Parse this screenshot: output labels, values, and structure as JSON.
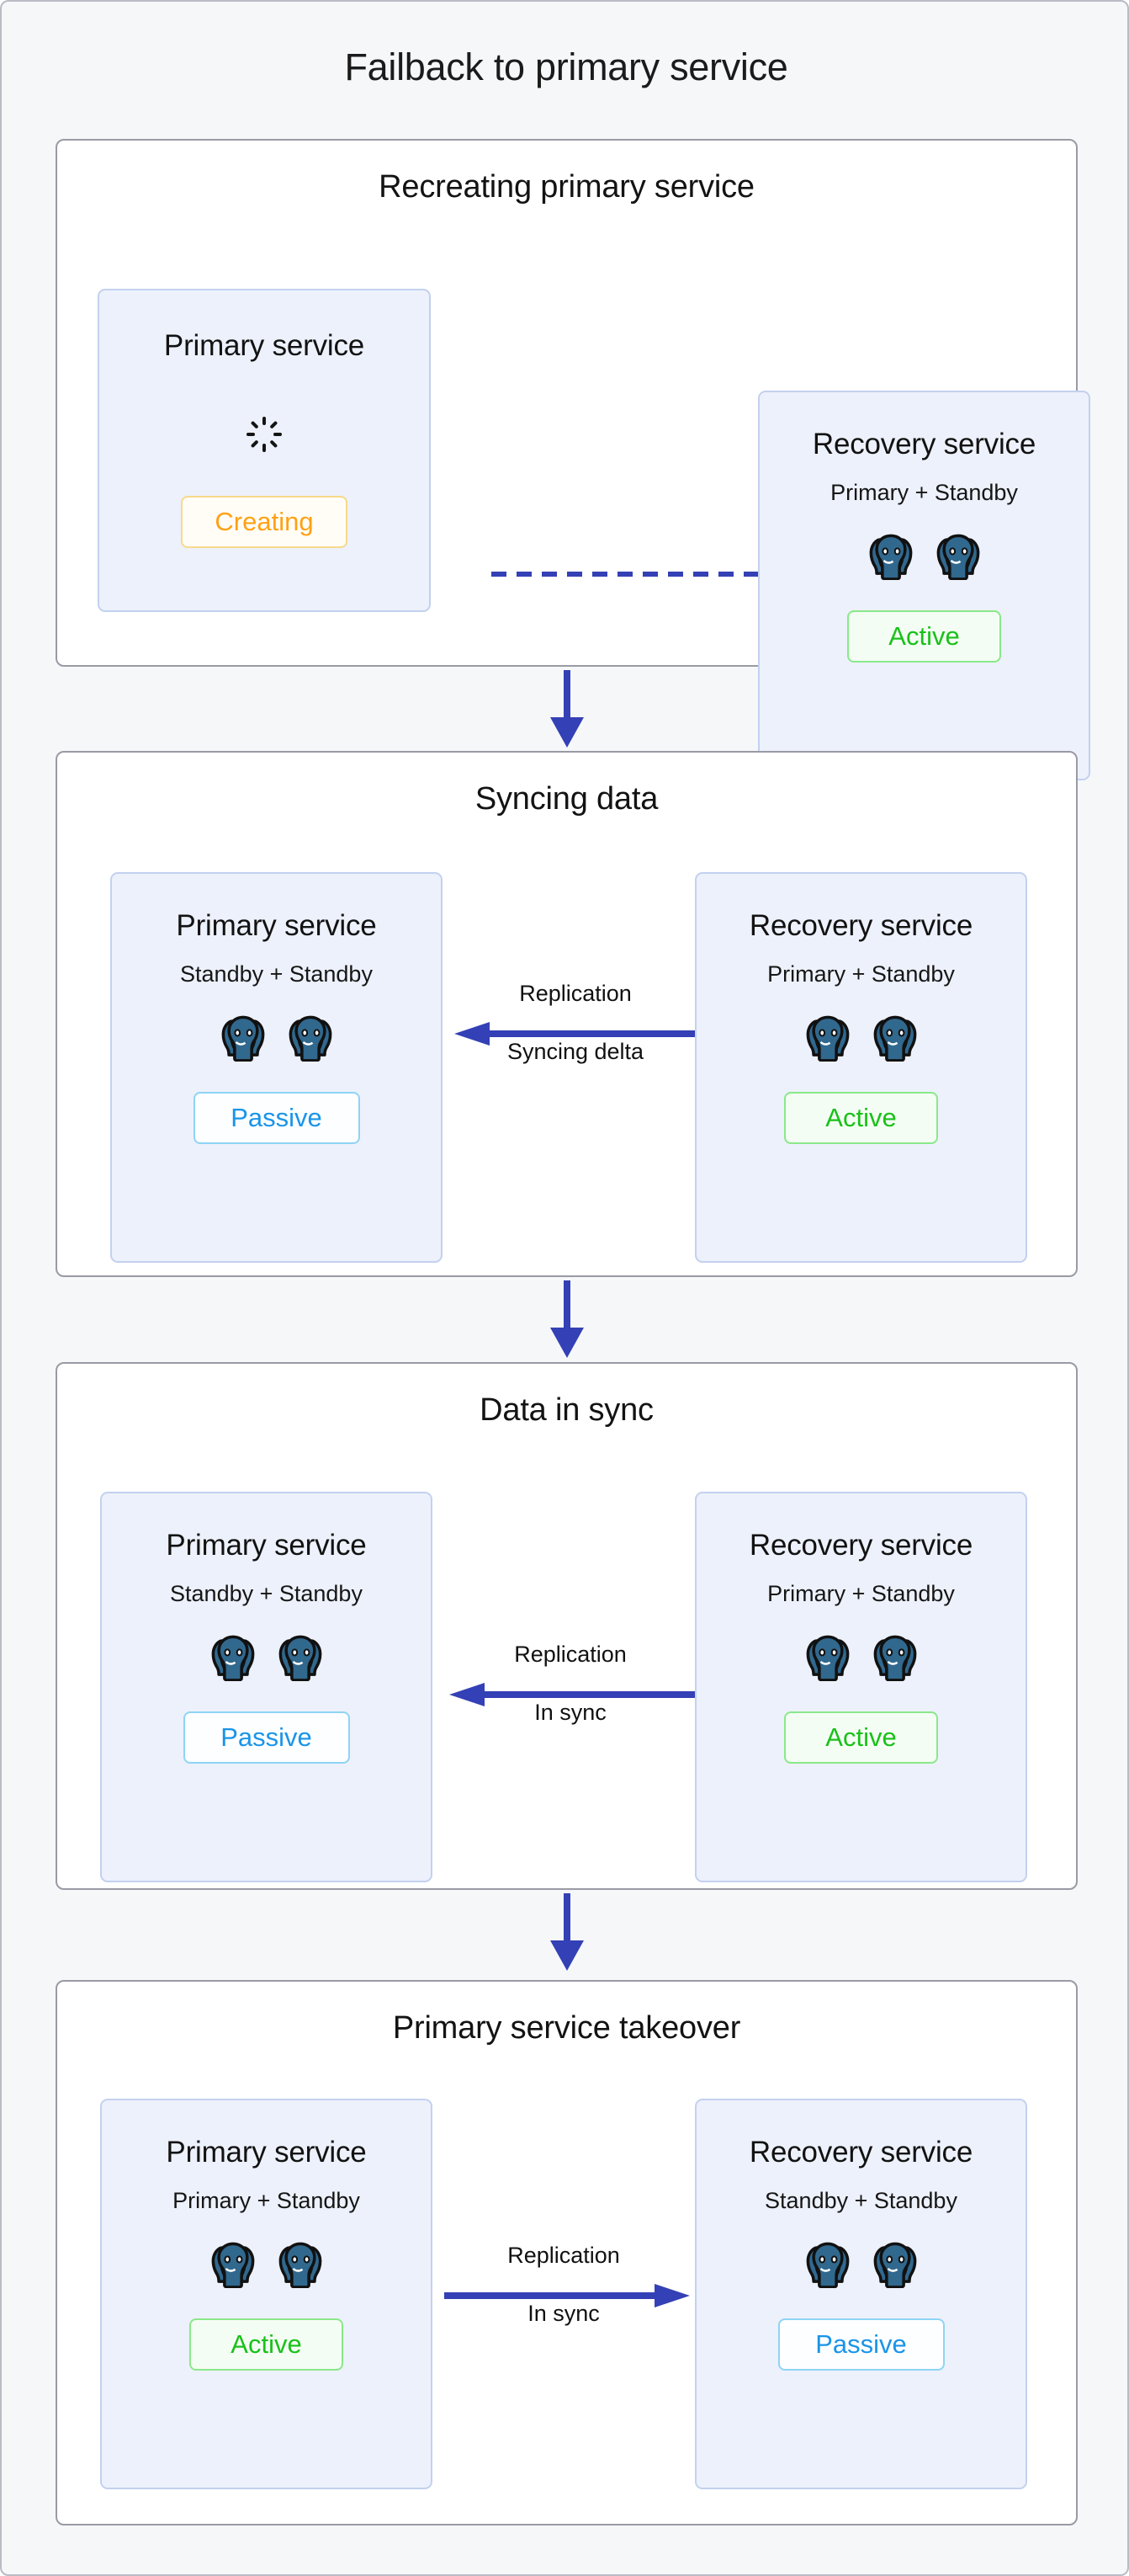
{
  "diagram": {
    "title": "Failback to primary service",
    "accent_blue": "#3440b5",
    "panel_border": "#9a9aa5",
    "card_bg": "#edf1fb",
    "card_border": "#c3d1ef",
    "status_colors": {
      "active": "#19c119",
      "passive": "#1a94e8",
      "creating": "#ffa114"
    }
  },
  "stages": [
    {
      "title": "Recreating primary service",
      "left": {
        "name": "Primary service",
        "subtitle": "",
        "nodes": 0,
        "icon": "loading-spinner-icon",
        "status": "Creating",
        "status_kind": "creating"
      },
      "right": {
        "name": "Recovery service",
        "subtitle": "Primary + Standby",
        "nodes": 2,
        "icon": "postgresql-elephant-icon",
        "status": "Active",
        "status_kind": "active"
      },
      "connector": {
        "kind": "dashed",
        "direction": "none",
        "label_top": "",
        "label_bottom": ""
      }
    },
    {
      "title": "Syncing data",
      "left": {
        "name": "Primary service",
        "subtitle": "Standby + Standby",
        "nodes": 2,
        "icon": "postgresql-elephant-icon",
        "status": "Passive",
        "status_kind": "passive"
      },
      "right": {
        "name": "Recovery service",
        "subtitle": "Primary + Standby",
        "nodes": 2,
        "icon": "postgresql-elephant-icon",
        "status": "Active",
        "status_kind": "active"
      },
      "connector": {
        "kind": "solid",
        "direction": "left",
        "label_top": "Replication",
        "label_bottom": "Syncing delta"
      }
    },
    {
      "title": "Data in sync",
      "left": {
        "name": "Primary service",
        "subtitle": "Standby + Standby",
        "nodes": 2,
        "icon": "postgresql-elephant-icon",
        "status": "Passive",
        "status_kind": "passive"
      },
      "right": {
        "name": "Recovery service",
        "subtitle": "Primary + Standby",
        "nodes": 2,
        "icon": "postgresql-elephant-icon",
        "status": "Active",
        "status_kind": "active"
      },
      "connector": {
        "kind": "solid",
        "direction": "left",
        "label_top": "Replication",
        "label_bottom": "In sync"
      }
    },
    {
      "title": "Primary service takeover",
      "left": {
        "name": "Primary service",
        "subtitle": "Primary + Standby",
        "nodes": 2,
        "icon": "postgresql-elephant-icon",
        "status": "Active",
        "status_kind": "active"
      },
      "right": {
        "name": "Recovery service",
        "subtitle": "Standby + Standby",
        "nodes": 2,
        "icon": "postgresql-elephant-icon",
        "status": "Passive",
        "status_kind": "passive"
      },
      "connector": {
        "kind": "solid",
        "direction": "right",
        "label_top": "Replication",
        "label_bottom": "In sync"
      }
    }
  ],
  "flow_arrows": [
    {
      "from_stage": 0,
      "to_stage": 1
    },
    {
      "from_stage": 1,
      "to_stage": 2
    },
    {
      "from_stage": 2,
      "to_stage": 3
    }
  ]
}
